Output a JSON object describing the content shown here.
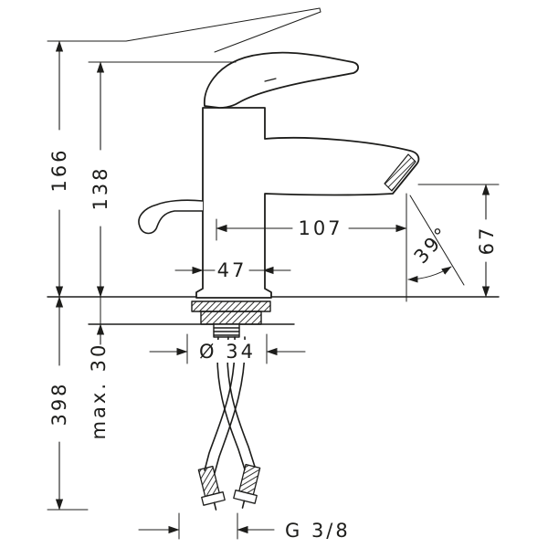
{
  "drawing": {
    "labels": {
      "total_height": "166",
      "spout_height": "138",
      "spout_reach": "107",
      "base_width": "47",
      "spray_angle": "39°",
      "outlet_to_deck": "67",
      "shank_diameter": "Ø 34",
      "max_deck_thickness": "max. 30",
      "hose_length": "398",
      "connection_thread": "G 3/8"
    },
    "colors": {
      "line": "#1d1d1b",
      "background": "#ffffff"
    }
  }
}
